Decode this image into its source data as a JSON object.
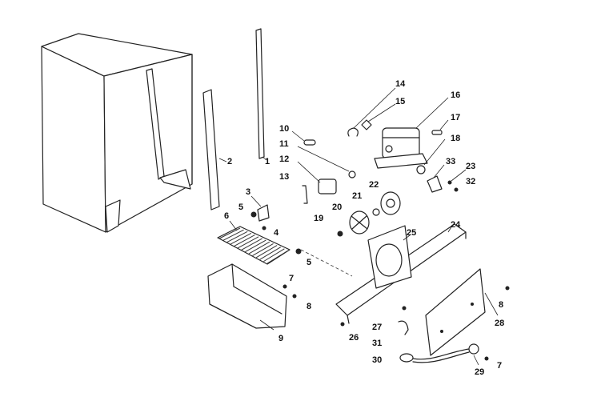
{
  "labels": {
    "p1": "1",
    "p2": "2",
    "p3": "3",
    "p4": "4",
    "p5a": "5",
    "p5b": "5",
    "p6": "6",
    "p7a": "7",
    "p7b": "7",
    "p8a": "8",
    "p8b": "8",
    "p9": "9",
    "p10": "10",
    "p11": "11",
    "p12": "12",
    "p13": "13",
    "p14": "14",
    "p15": "15",
    "p16": "16",
    "p17": "17",
    "p18": "18",
    "p19": "19",
    "p20": "20",
    "p21": "21",
    "p22": "22",
    "p23": "23",
    "p24": "24",
    "p25": "25",
    "p26": "26",
    "p27": "27",
    "p28": "28",
    "p29": "29",
    "p30": "30",
    "p31": "31",
    "p32": "32",
    "p33": "33"
  },
  "colors": {
    "line": "#222222",
    "background": "#ffffff"
  }
}
